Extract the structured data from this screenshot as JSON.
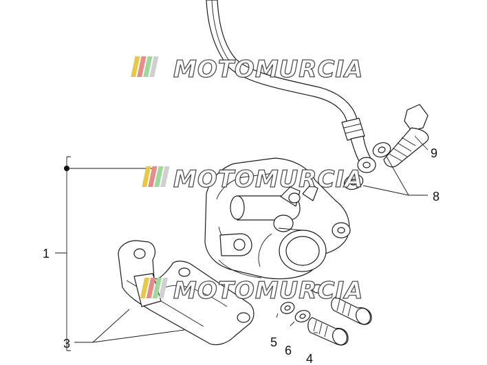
{
  "watermark": {
    "text": "MOTOMURCIA",
    "stripe_colors": [
      "#e8c84a",
      "#e88a8a",
      "#9ed89a",
      "#d0d0d0"
    ]
  },
  "callouts": [
    {
      "id": "1",
      "label": "1"
    },
    {
      "id": "3",
      "label": "3"
    },
    {
      "id": "4",
      "label": "4"
    },
    {
      "id": "5",
      "label": "5"
    },
    {
      "id": "6",
      "label": "6"
    },
    {
      "id": "8",
      "label": "8"
    },
    {
      "id": "9",
      "label": "9"
    }
  ]
}
